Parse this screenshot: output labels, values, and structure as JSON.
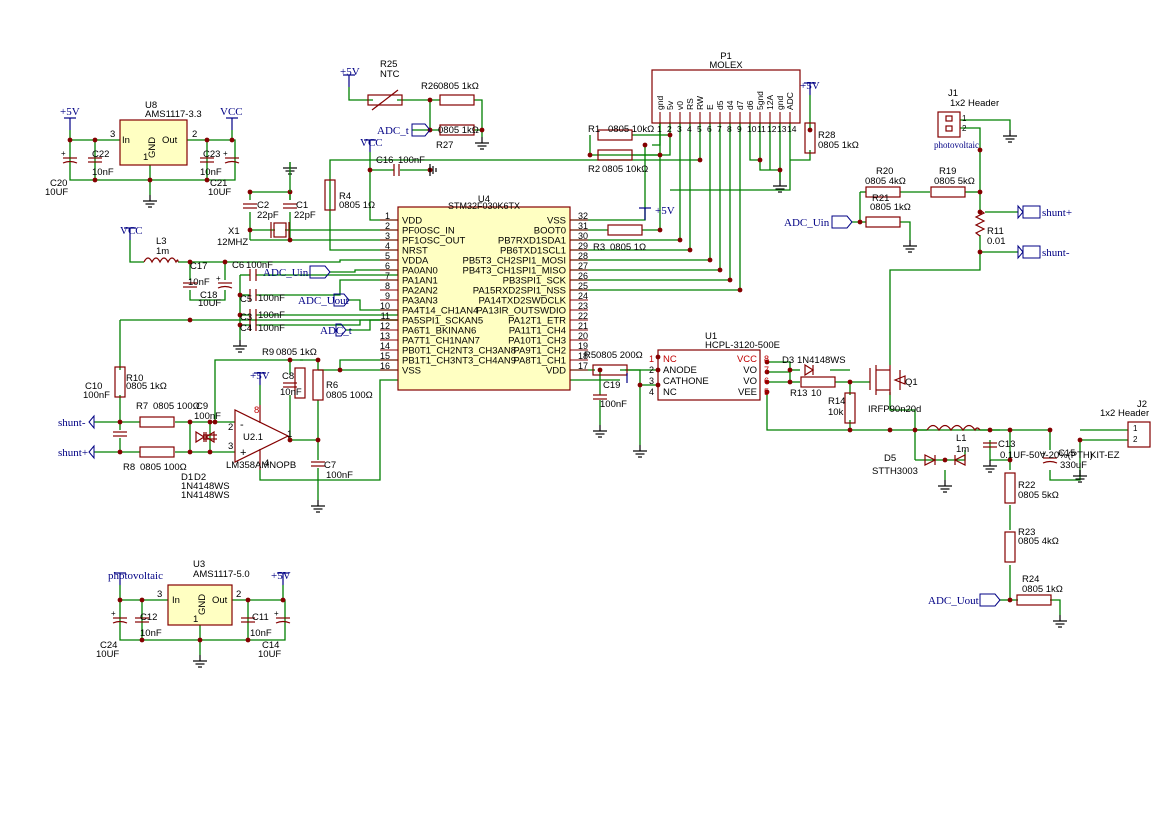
{
  "u4": {
    "ref": "U4",
    "value": "STM32F030K6TX",
    "left_pins": [
      {
        "num": "1",
        "name": "VDD"
      },
      {
        "num": "2",
        "name": "PF0OSC_IN"
      },
      {
        "num": "3",
        "name": "PF1OSC_OUT"
      },
      {
        "num": "4",
        "name": "NRST"
      },
      {
        "num": "5",
        "name": "VDDA"
      },
      {
        "num": "6",
        "name": "PA0AN0"
      },
      {
        "num": "7",
        "name": "PA1AN1"
      },
      {
        "num": "8",
        "name": "PA2AN2"
      },
      {
        "num": "9",
        "name": "PA3AN3"
      },
      {
        "num": "10",
        "name": "PA4T14_CH1AN4"
      },
      {
        "num": "11",
        "name": "PA5SPI1_SCKAN5"
      },
      {
        "num": "12",
        "name": "PA6T1_BKINAN6"
      },
      {
        "num": "13",
        "name": "PA7T1_CH1NAN7"
      },
      {
        "num": "14",
        "name": "PB0T1_CH2NT3_CH3AN8"
      },
      {
        "num": "15",
        "name": "PB1T1_CH3NT3_CH4AN9"
      },
      {
        "num": "16",
        "name": "VSS"
      }
    ],
    "right_pins": [
      {
        "num": "32",
        "name": "VSS"
      },
      {
        "num": "31",
        "name": "BOOT0"
      },
      {
        "num": "30",
        "name": "PB7RXD1SDA1"
      },
      {
        "num": "29",
        "name": "PB6TXD1SCL1"
      },
      {
        "num": "28",
        "name": "PB5T3_CH2SPI1_MOSI"
      },
      {
        "num": "27",
        "name": "PB4T3_CH1SPI1_MISO"
      },
      {
        "num": "26",
        "name": "PB3SPI1_SCK"
      },
      {
        "num": "25",
        "name": "PA15RXD2SPI1_NSS"
      },
      {
        "num": "24",
        "name": "PA14TXD2SWDCLK"
      },
      {
        "num": "23",
        "name": "PA13IR_OUTSWDIO"
      },
      {
        "num": "22",
        "name": "PA12T1_ETR"
      },
      {
        "num": "21",
        "name": "PA11T1_CH4"
      },
      {
        "num": "20",
        "name": "PA10T1_CH3"
      },
      {
        "num": "19",
        "name": "PA9T1_CH2"
      },
      {
        "num": "18",
        "name": "PA8T1_CH1"
      },
      {
        "num": "17",
        "name": "VDD"
      }
    ]
  },
  "p1": {
    "ref": "P1",
    "value": "MOLEX",
    "pins": [
      {
        "num": "1",
        "name": "gnd"
      },
      {
        "num": "2",
        "name": "5v"
      },
      {
        "num": "3",
        "name": "v0"
      },
      {
        "num": "4",
        "name": "RS"
      },
      {
        "num": "5",
        "name": "RW"
      },
      {
        "num": "6",
        "name": "E"
      },
      {
        "num": "7",
        "name": "d5"
      },
      {
        "num": "8",
        "name": "d4"
      },
      {
        "num": "9",
        "name": "d7"
      },
      {
        "num": "10",
        "name": "d6"
      },
      {
        "num": "11",
        "name": "5gnd"
      },
      {
        "num": "12",
        "name": "12A"
      },
      {
        "num": "13",
        "name": "gnd"
      },
      {
        "num": "14",
        "name": "ADC"
      }
    ]
  },
  "u8": {
    "ref": "U8",
    "value": "AMS1117-3.3",
    "in": "In",
    "gnd": "GND",
    "out": "Out",
    "p3": "3",
    "p1": "1",
    "p2": "2"
  },
  "u3": {
    "ref": "U3",
    "value": "AMS1117-5.0",
    "in": "In",
    "gnd": "GND",
    "out": "Out",
    "p3": "3",
    "p1": "1",
    "p2": "2"
  },
  "u1": {
    "ref": "U1",
    "value": "HCPL-3120-500E",
    "left": [
      {
        "num": "1",
        "name": "NC"
      },
      {
        "num": "2",
        "name": "ANODE"
      },
      {
        "num": "3",
        "name": "CATHONE"
      },
      {
        "num": "4",
        "name": "NC"
      }
    ],
    "right": [
      {
        "num": "8",
        "name": "VCC"
      },
      {
        "num": "7",
        "name": "VO"
      },
      {
        "num": "6",
        "name": "VO"
      },
      {
        "num": "5",
        "name": "VEE"
      }
    ]
  },
  "u2": {
    "ref": "U2.1",
    "value": "LM358AMNOPB",
    "p8": "8",
    "p2": "2",
    "p3": "3",
    "p1": "1",
    "p4": "4",
    "minus": "-",
    "plus": "+"
  },
  "j1": {
    "ref": "J1",
    "value": "1x2 Header",
    "p1": "1",
    "p2": "2"
  },
  "j2": {
    "ref": "J2",
    "value": "1x2 Header",
    "p1": "1",
    "p2": "2"
  },
  "q1": {
    "ref": "Q1",
    "value": "IRFP90n20d"
  },
  "components": {
    "r25": {
      "ref": "R25",
      "value": "NTC"
    },
    "r26": {
      "ref": "R26",
      "value": "0805 1kΩ"
    },
    "r27": {
      "ref": "R27",
      "value": "0805 1kΩ"
    },
    "r1": {
      "ref": "R1",
      "value": "0805 10kΩ"
    },
    "r2": {
      "ref": "R2",
      "value": "0805 10kΩ"
    },
    "r28": {
      "ref": "R28",
      "value": "0805 1kΩ"
    },
    "r4": {
      "ref": "R4",
      "value": "0805 1Ω"
    },
    "r3": {
      "ref": "R3",
      "value": "0805 1Ω"
    },
    "r20": {
      "ref": "R20",
      "value": "0805 4kΩ"
    },
    "r19": {
      "ref": "R19",
      "value": "0805 5kΩ"
    },
    "r21": {
      "ref": "R21",
      "value": "0805 1kΩ"
    },
    "r11": {
      "ref": "R11",
      "value": "0.01"
    },
    "r9": {
      "ref": "R9",
      "value": "0805 1kΩ"
    },
    "r10": {
      "ref": "R10",
      "value": "0805 1kΩ"
    },
    "r6": {
      "ref": "R6",
      "value": "0805 100Ω"
    },
    "r7": {
      "ref": "R7",
      "value": "0805 100Ω"
    },
    "r8": {
      "ref": "R8",
      "value": "0805 100Ω"
    },
    "r5": {
      "ref": "R5",
      "value": "0805 200Ω"
    },
    "r13": {
      "ref": "R13",
      "value": "10"
    },
    "r14": {
      "ref": "R14",
      "value": "10k"
    },
    "r22": {
      "ref": "R22",
      "value": "0805 5kΩ"
    },
    "r23": {
      "ref": "R23",
      "value": "0805 4kΩ"
    },
    "r24": {
      "ref": "R24",
      "value": "0805 1kΩ"
    },
    "c22": {
      "ref": "C22",
      "value": "10nF"
    },
    "c20": {
      "ref": "C20",
      "value": "10UF"
    },
    "c23": {
      "ref": "C23",
      "value": "10nF"
    },
    "c21": {
      "ref": "C21",
      "value": "10UF"
    },
    "c16": {
      "ref": "C16",
      "value": "100nF"
    },
    "c2": {
      "ref": "C2",
      "value": "22pF"
    },
    "c1": {
      "ref": "C1",
      "value": "22pF"
    },
    "x1": {
      "ref": "X1",
      "value": "12MHZ"
    },
    "l3": {
      "ref": "L3",
      "value": "1m"
    },
    "c17": {
      "ref": "C17",
      "value": "10nF"
    },
    "c18": {
      "ref": "C18",
      "value": "10UF"
    },
    "c6": {
      "ref": "C6",
      "value": "100nF"
    },
    "c5": {
      "ref": "C5",
      "value": "100nF"
    },
    "c3": {
      "ref": "C3",
      "value": "100nF"
    },
    "c4": {
      "ref": "C4",
      "value": "100nF"
    },
    "c8": {
      "ref": "C8",
      "value": "10nF"
    },
    "c9": {
      "ref": "C9",
      "value": "100nF"
    },
    "c10": {
      "ref": "C10",
      "value": "100nF"
    },
    "c7": {
      "ref": "C7",
      "value": "100nF"
    },
    "c19": {
      "ref": "C19",
      "value": "100nF"
    },
    "d1": {
      "ref": "D1",
      "value": "1N4148WS"
    },
    "d2": {
      "ref": "D2",
      "value": "1N4148WS"
    },
    "d3": {
      "ref": "D3",
      "value": "1N4148WS"
    },
    "d5": {
      "ref": "D5",
      "value": "STTH3003"
    },
    "l1": {
      "ref": "L1",
      "value": "1m"
    },
    "c13": {
      "ref": "C13",
      "value": "0.1UF-50V-20%(PTH)"
    },
    "c15": {
      "ref": "C15",
      "value": "KIT-EZ"
    },
    "c15v": {
      "value": "330uF"
    },
    "c12": {
      "ref": "C12",
      "value": "10nF"
    },
    "c24": {
      "ref": "C24",
      "value": "10UF"
    },
    "c11": {
      "ref": "C11",
      "value": "10nF"
    },
    "c14": {
      "ref": "C14",
      "value": "10UF"
    }
  },
  "power": {
    "p5v": "+5V",
    "vcc": "VCC",
    "pv": "photovoltaic"
  },
  "labels": {
    "adc_t": "ADC_t",
    "adc_uin": "ADC_Uin",
    "adc_uout": "ADC_Uout",
    "shunt_plus": "shunt+",
    "shunt_minus": "shunt-",
    "photovoltaic": "photovoltaic"
  },
  "colors": {
    "wire": "#008000",
    "component": "#840000",
    "body_fill": "#ffffc2",
    "power": "#000084"
  }
}
